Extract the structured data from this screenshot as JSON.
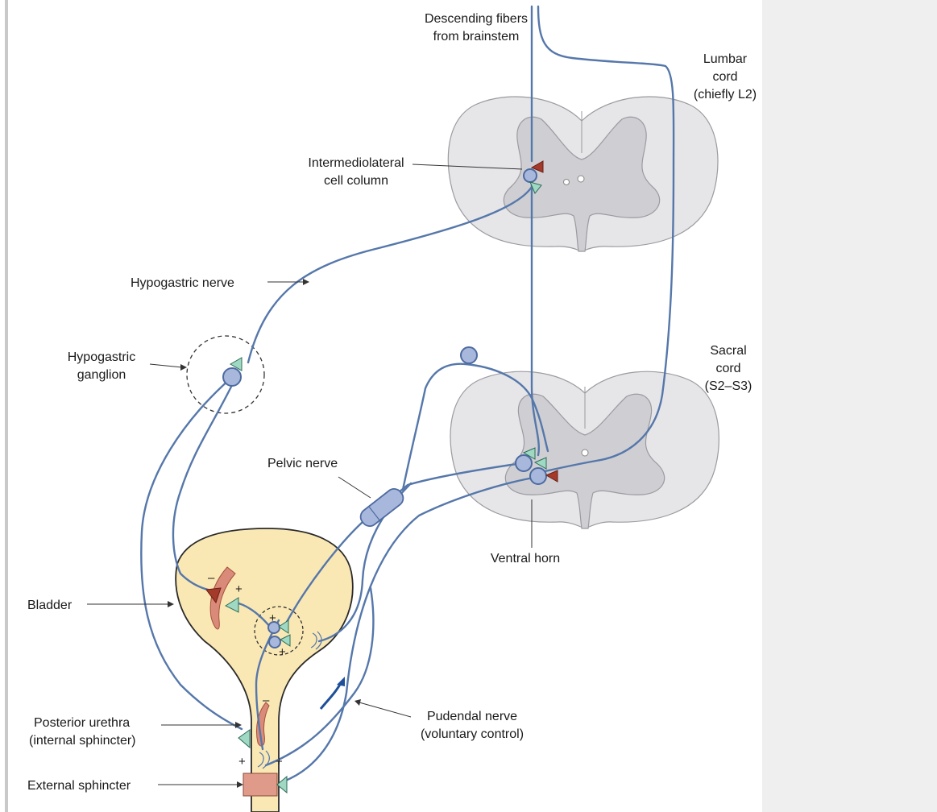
{
  "labels": {
    "descending_fibers": [
      "Descending fibers",
      "from brainstem"
    ],
    "lumbar_cord": [
      "Lumbar",
      "cord",
      "(chiefly L2)"
    ],
    "intermediolateral": [
      "Intermediolateral",
      "cell column"
    ],
    "hypogastric_nerve": "Hypogastric nerve",
    "hypogastric_ganglion": [
      "Hypogastric",
      "ganglion"
    ],
    "sacral_cord": [
      "Sacral",
      "cord",
      "(S2–S3)"
    ],
    "pelvic_nerve": "Pelvic nerve",
    "ventral_horn": "Ventral horn",
    "bladder": "Bladder",
    "posterior_urethra": [
      "Posterior urethra",
      "(internal sphincter)"
    ],
    "pudendal_nerve": [
      "Pudendal nerve",
      "(voluntary control)"
    ],
    "external_sphincter": "External sphincter"
  },
  "signs": {
    "plus": "+",
    "minus": "–"
  },
  "colors": {
    "nerve": "#5577aa",
    "cord_white_matter": "#e6e6e8",
    "cord_gray_matter": "#cfcfd3",
    "bladder_fill": "#fae8b4",
    "bladder_outline": "#2a2a2a",
    "neuron_body": "#a8b8dc",
    "excitatory_terminal": "#9fd9c4",
    "inhibitory_terminal": "#a33a2a",
    "smooth_muscle": "#d98a78",
    "external_sphincter": "#e09a8a",
    "side_panel": "#efefef"
  }
}
